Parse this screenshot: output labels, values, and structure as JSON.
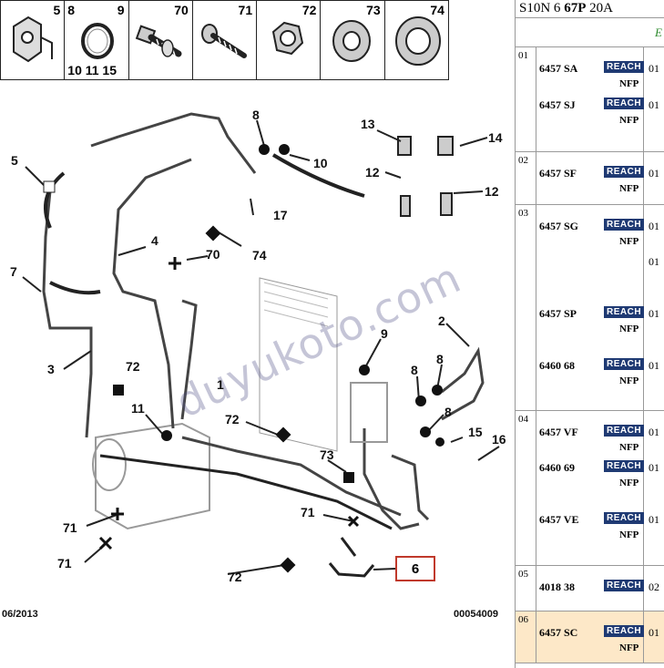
{
  "strip": {
    "t1": {
      "nums": "5"
    },
    "t2": {
      "nums_top": "8",
      "nums_top2": "9",
      "nums_bottom": "10 11 15"
    },
    "t3": {
      "nums": "70"
    },
    "t4": {
      "nums": "71"
    },
    "t5": {
      "nums": "72"
    },
    "t6": {
      "nums": "73"
    },
    "t7": {
      "nums": "74"
    }
  },
  "callouts": {
    "c8a": "8",
    "c10": "10",
    "c13": "13",
    "c14": "14",
    "c12a": "12",
    "c12b": "12",
    "c5": "5",
    "c17": "17",
    "c4": "4",
    "c70": "70",
    "c74": "74",
    "c7": "7",
    "c2": "2",
    "c9": "9",
    "c8b": "8",
    "c8c": "8",
    "c8d": "8",
    "c3": "3",
    "c72a": "72",
    "c1": "1",
    "c11": "11",
    "c72b": "72",
    "c15": "15",
    "c16": "16",
    "c73": "73",
    "c71a": "71",
    "c71b": "71",
    "c71c": "71",
    "c72c": "72",
    "c6": "6"
  },
  "footer": {
    "date": "06/2013",
    "ref": "00054009"
  },
  "watermark": "duyukoto.com",
  "parts": {
    "title_a": "S10N 6 ",
    "title_b": "67P",
    "title_c": " 20A",
    "sub_label": "E",
    "groups": [
      {
        "no": "01",
        "rows": [
          {
            "pn": "6457 SA",
            "badge": "REACH",
            "nfp": "NFP",
            "qty": "01"
          },
          {
            "pn": "6457 SJ",
            "badge": "REACH",
            "nfp": "NFP",
            "qty": "01"
          }
        ]
      },
      {
        "no": "02",
        "rows": [
          {
            "pn": "6457 SF",
            "badge": "REACH",
            "nfp": "NFP",
            "qty": "01"
          }
        ]
      },
      {
        "no": "03",
        "rows": [
          {
            "pn": "6457 SG",
            "badge": "REACH",
            "nfp": "NFP",
            "qty": "01"
          },
          {
            "pn": "6457 SP",
            "badge": "REACH",
            "nfp": "NFP",
            "qty": "01"
          },
          {
            "pn": "6460 68",
            "badge": "REACH",
            "nfp": "NFP",
            "qty": "01"
          }
        ],
        "extra_qty": "01"
      },
      {
        "no": "04",
        "rows": [
          {
            "pn": "6457 VF",
            "badge": "REACH",
            "nfp": "NFP",
            "qty": "01"
          },
          {
            "pn": "6460 69",
            "badge": "REACH",
            "nfp": "NFP",
            "qty": "01"
          },
          {
            "pn": "6457 VE",
            "badge": "REACH",
            "nfp": "NFP",
            "qty": "01"
          }
        ]
      },
      {
        "no": "05",
        "rows": [
          {
            "pn": "4018 38",
            "badge": "REACH",
            "nfp": "",
            "qty": "02"
          }
        ]
      },
      {
        "no": "06",
        "rows": [
          {
            "pn": "6457 SC",
            "badge": "REACH",
            "nfp": "NFP",
            "qty": "01"
          }
        ]
      }
    ]
  }
}
